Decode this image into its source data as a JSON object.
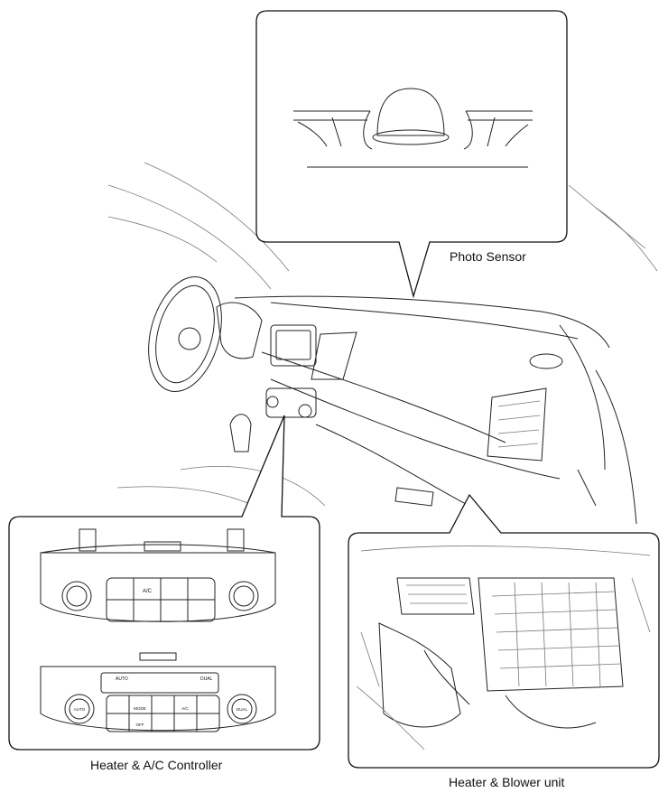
{
  "labels": {
    "photo_sensor": "Photo Sensor",
    "controller": "Heater & A/C Controller",
    "blower": "Heater & Blower unit"
  },
  "controller_top": {
    "button_labels": [
      "A/C"
    ]
  },
  "controller_bottom": {
    "display_labels": [
      "AUTO",
      "DUAL"
    ],
    "button_labels": [
      "MODE",
      "A/C",
      "OFF",
      "AUTO",
      "DUAL"
    ]
  },
  "colors": {
    "line": "#222222",
    "background": "#ffffff"
  }
}
